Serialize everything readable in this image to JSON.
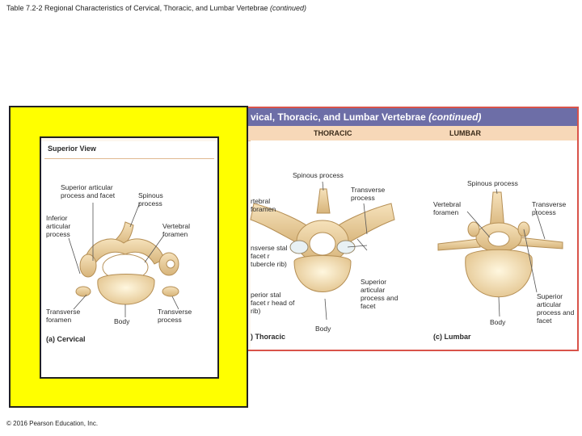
{
  "slide": {
    "title": "Table 7.2-2 Regional Characteristics of Cervical, Thoracic, and Lumbar Vertebrae",
    "title_suffix": "(continued)",
    "copyright": "© 2016 Pearson Education, Inc."
  },
  "table": {
    "header": "vical, Thoracic, and Lumbar Vertebrae",
    "header_suffix": "(continued)",
    "columns": [
      "THORACIC",
      "LUMBAR"
    ]
  },
  "thoracic": {
    "labels": {
      "spinous": "Spinous process",
      "transverse_process": "Transverse process",
      "vertebral_foramen": "rtebral foramen",
      "costal_facet_1": "nsverse stal facet r tubercle rib)",
      "costal_facet_2": "perior stal facet r head of rib)",
      "superior_articular": "Superior articular process and facet",
      "body": "Body"
    },
    "caption": ") Thoracic"
  },
  "lumbar": {
    "labels": {
      "spinous": "Spinous process",
      "vertebral_foramen": "Vertebral foramen",
      "transverse_process": "Transverse process",
      "superior_articular": "Superior articular process and facet",
      "body": "Body"
    },
    "caption": "(c) Lumbar"
  },
  "cervical": {
    "section_title": "Superior View",
    "labels": {
      "superior_articular": "Superior articular process and facet",
      "spinous": "Spinous process",
      "inferior_articular": "Inferior articular process",
      "vertebral_foramen": "Vertebral foramen",
      "transverse_foramen": "Transverse foramen",
      "body": "Body",
      "transverse_process": "Transverse process"
    },
    "caption": "(a) Cervical"
  },
  "colors": {
    "highlight": "#ffff00",
    "header_bg": "#6d6ea7",
    "subheader_bg": "#f7d8b8",
    "border_accent": "#d9534a",
    "bone": "#efd6a8"
  }
}
